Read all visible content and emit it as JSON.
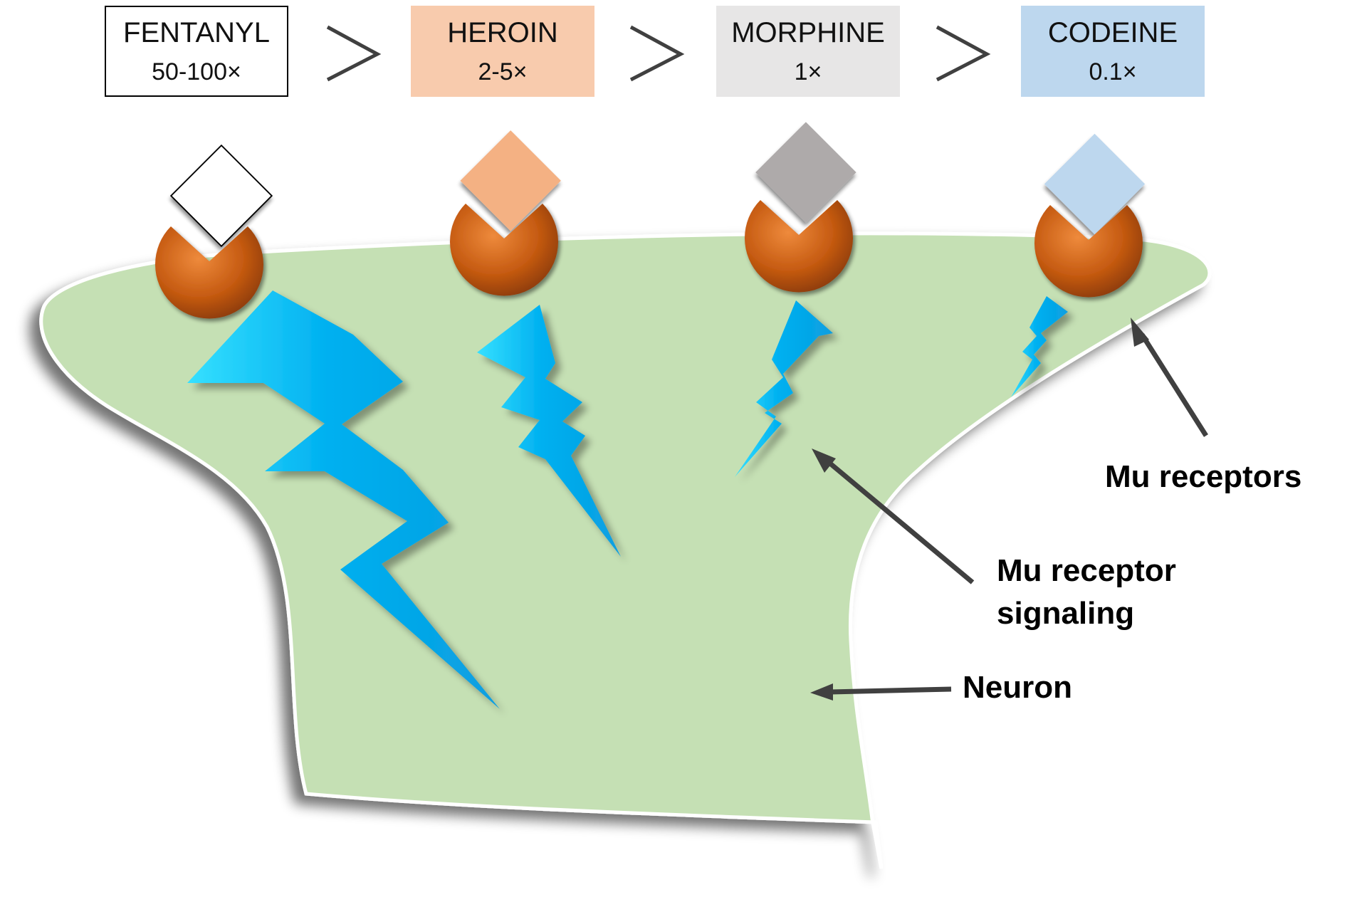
{
  "drugs": [
    {
      "name": "FENTANYL",
      "potency": "50-100×",
      "fill": "#ffffff",
      "border": "#000000"
    },
    {
      "name": "HEROIN",
      "potency": "2-5×",
      "fill": "#f8cbad",
      "border": "none"
    },
    {
      "name": "MORPHINE",
      "potency": "1×",
      "fill": "#e7e6e6",
      "border": "none"
    },
    {
      "name": "CODEINE",
      "potency": "0.1×",
      "fill": "#bdd7ee",
      "border": "none"
    }
  ],
  "comparison_symbol": "greater-than",
  "labels": {
    "mu_receptors": "Mu receptors",
    "mu_receptor_signaling_line1": "Mu receptor",
    "mu_receptor_signaling_line2": "signaling",
    "neuron": "Neuron"
  },
  "colors": {
    "neuron_fill": "#c5e0b4",
    "receptor_fill": "#c55a11",
    "signal_fill": "#00b0f0",
    "ligand_fentanyl": "#ffffff",
    "ligand_heroin": "#f4b183",
    "ligand_morphine": "#aeaaaa",
    "ligand_codeine": "#bdd7ee",
    "arrow": "#404040"
  },
  "icons": {
    "receptor": "pacman-receptor-icon",
    "ligand": "diamond-ligand-icon",
    "signal": "lightning-bolt-icon",
    "comparison": "greater-than-chevron-icon"
  }
}
